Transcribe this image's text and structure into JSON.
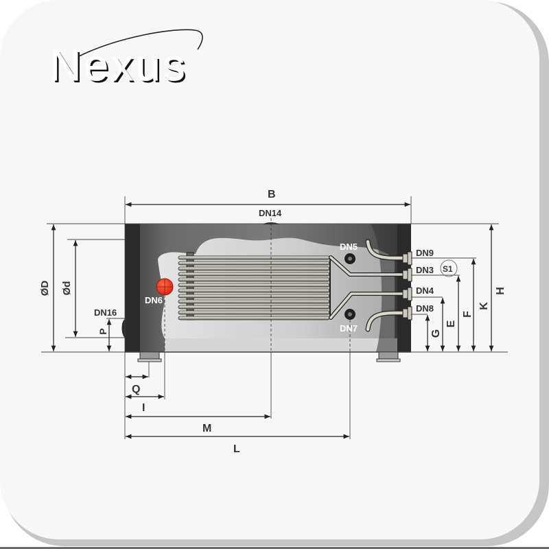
{
  "logo": {
    "text": "Nexus"
  },
  "colors": {
    "background": "#f7f7f6",
    "card_border": "#c6c6c6",
    "tank_end_caps": "#2a2a2a",
    "tank_body": "#5a5a5a",
    "cutaway": "#cfcfcf",
    "dn6_marker": "#e8301c",
    "dimension_lines": "#222222"
  },
  "diagram": {
    "dimensions": {
      "B": "B",
      "H": "H",
      "K": "K",
      "F": "F",
      "E": "E",
      "G": "G",
      "D": "ØD",
      "d": "Ød",
      "P": "P",
      "Q": "Q",
      "I": "I",
      "M": "M",
      "L": "L"
    },
    "connections": {
      "dn14": "DN14",
      "dn5": "DN5",
      "dn7": "DN7",
      "dn6": "DN6",
      "dn16": "DN16",
      "dn9": "DN9",
      "dn3": "DN3",
      "dn4": "DN4",
      "dn8": "DN8"
    },
    "sensor": {
      "s1": "S1"
    }
  }
}
